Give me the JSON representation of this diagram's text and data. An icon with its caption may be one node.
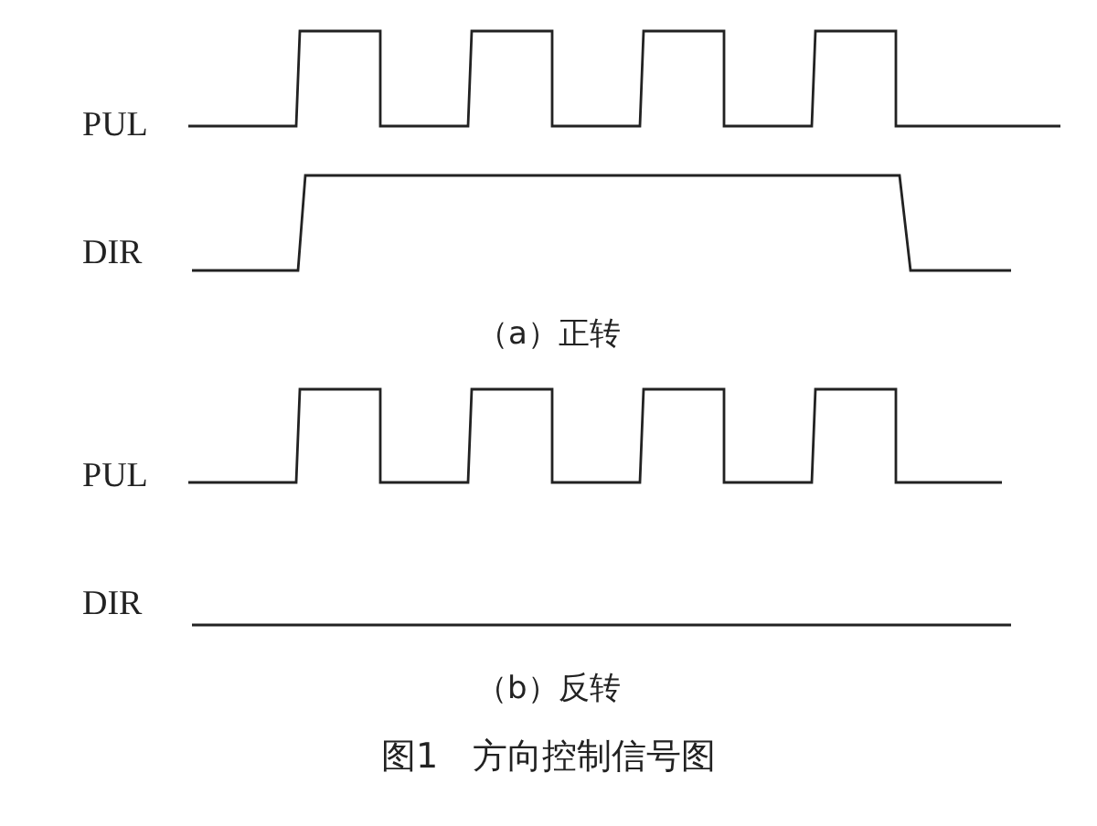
{
  "diagram": {
    "caption": "图1　方向控制信号图",
    "labels": [
      "PUL",
      "DIR",
      "（a）正转",
      "PUL",
      "DIR",
      "（b）反转"
    ]
  }
}
